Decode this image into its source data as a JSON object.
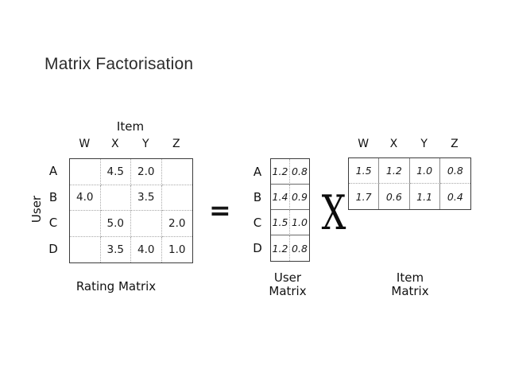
{
  "title": "Matrix Factorisation",
  "operators": {
    "equals": "=",
    "times": "X"
  },
  "rating_matrix": {
    "axis_top": "Item",
    "axis_left": "User",
    "col_headers": [
      "W",
      "X",
      "Y",
      "Z"
    ],
    "row_headers": [
      "A",
      "B",
      "C",
      "D"
    ],
    "cells": [
      [
        "",
        "4.5",
        "2.0",
        ""
      ],
      [
        "4.0",
        "",
        "3.5",
        ""
      ],
      [
        "",
        "5.0",
        "",
        "2.0"
      ],
      [
        "",
        "3.5",
        "4.0",
        "1.0"
      ]
    ],
    "caption": "Rating Matrix"
  },
  "user_matrix": {
    "row_headers": [
      "A",
      "B",
      "C",
      "D"
    ],
    "cells": [
      [
        "1.2",
        "0.8"
      ],
      [
        "1.4",
        "0.9"
      ],
      [
        "1.5",
        "1.0"
      ],
      [
        "1.2",
        "0.8"
      ]
    ],
    "caption_line1": "User",
    "caption_line2": "Matrix"
  },
  "item_matrix": {
    "col_headers": [
      "W",
      "X",
      "Y",
      "Z"
    ],
    "cells": [
      [
        "1.5",
        "1.2",
        "1.0",
        "0.8"
      ],
      [
        "1.7",
        "0.6",
        "1.1",
        "0.4"
      ]
    ],
    "caption_line1": "Item",
    "caption_line2": "Matrix"
  }
}
